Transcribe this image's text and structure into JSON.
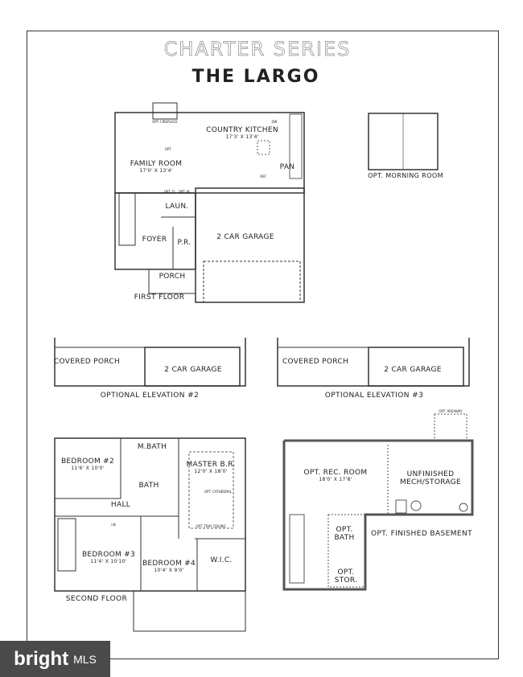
{
  "title": {
    "series": "CHARTER SERIES",
    "model": "THE LARGO"
  },
  "first_floor": {
    "caption": "FIRST FLOOR",
    "rooms": [
      {
        "name": "COUNTRY KITCHEN",
        "dim": "17'3' X 13'4'"
      },
      {
        "name": "FAMILY ROOM",
        "dim": "17'0' X 13'4'"
      },
      {
        "name": "LAUN.",
        "dim": ""
      },
      {
        "name": "FOYER",
        "dim": ""
      },
      {
        "name": "P.R.",
        "dim": ""
      },
      {
        "name": "2 CAR GARAGE",
        "dim": ""
      },
      {
        "name": "PORCH",
        "dim": ""
      },
      {
        "name": "PAN",
        "dim": ""
      }
    ],
    "notes": [
      "OPT. FIREPLACE",
      "OPT.",
      "REF",
      "DW",
      "OPT. D.",
      "OPT. W."
    ]
  },
  "morning_room": {
    "caption": "OPT. MORNING ROOM"
  },
  "elevation2": {
    "caption": "OPTIONAL ELEVATION #2",
    "rooms": [
      "COVERED PORCH",
      "2 CAR GARAGE"
    ]
  },
  "elevation3": {
    "caption": "OPTIONAL ELEVATION #3",
    "rooms": [
      "COVERED PORCH",
      "2 CAR GARAGE"
    ]
  },
  "second_floor": {
    "caption": "SECOND FLOOR",
    "rooms": [
      {
        "name": "BEDROOM #2",
        "dim": "11'6' X 10'0'"
      },
      {
        "name": "M.BATH",
        "dim": ""
      },
      {
        "name": "MASTER B.R.",
        "dim": "12'0' X 18'0'"
      },
      {
        "name": "BATH",
        "dim": ""
      },
      {
        "name": "HALL",
        "dim": ""
      },
      {
        "name": "BEDROOM #3",
        "dim": "11'4' X 10'10'"
      },
      {
        "name": "BEDROOM #4",
        "dim": "10'4' X 9'0'"
      },
      {
        "name": "W.I.C.",
        "dim": ""
      }
    ],
    "notes": [
      "LN",
      "OPT. TRAY CEILING",
      "OPT. CATHEDRAL"
    ]
  },
  "basement": {
    "caption": "OPT. FINISHED BASEMENT",
    "rooms": [
      {
        "name": "OPT. REC. ROOM",
        "dim": "18'0' X 17'8'"
      },
      {
        "name": "UNFINISHED MECH/STORAGE",
        "dim": ""
      },
      {
        "name": "OPT. BATH",
        "dim": ""
      },
      {
        "name": "OPT. STOR.",
        "dim": ""
      }
    ],
    "notes": [
      "OPT. AREAWAY"
    ]
  },
  "watermark": {
    "brand": "bright",
    "suffix": "MLS"
  }
}
